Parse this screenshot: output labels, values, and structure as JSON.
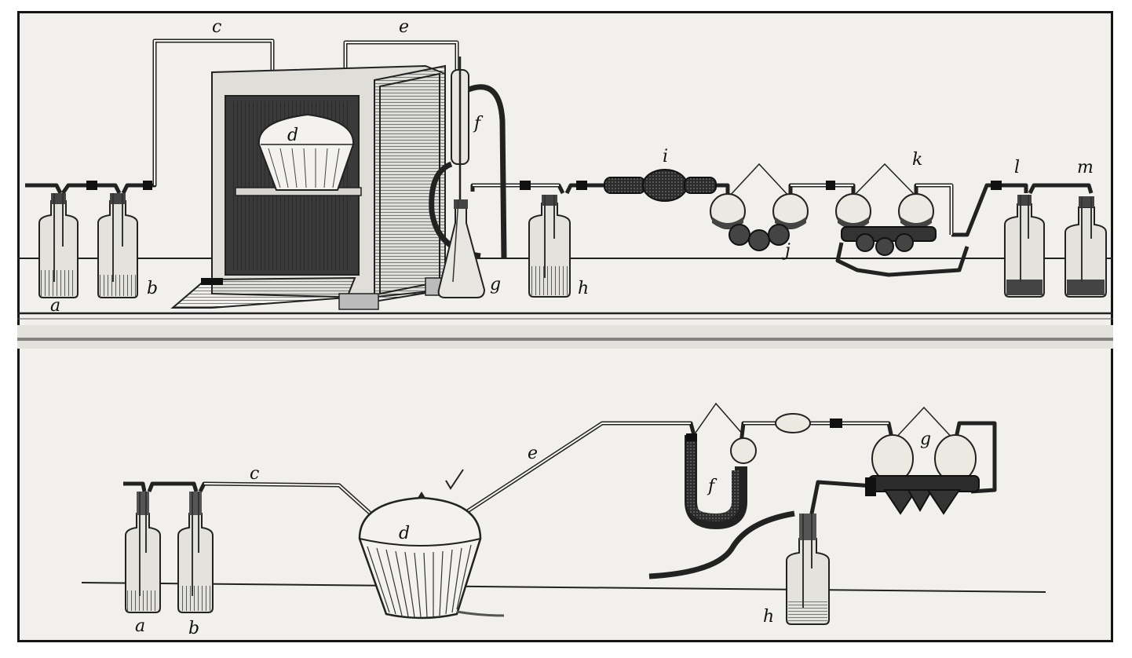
{
  "colors": {
    "ink": "#151515",
    "paper": "#f1f0ec",
    "glass": "#dcdad4",
    "liquid": "#3a3a3a"
  },
  "upper_labels": {
    "a": "a",
    "b": "b",
    "c": "c",
    "d": "d",
    "e": "e",
    "f": "f",
    "g": "g",
    "h": "h",
    "i": "i",
    "j": "j",
    "k": "k",
    "l": "l",
    "m": "m"
  },
  "lower_labels": {
    "a": "a",
    "b": "b",
    "c": "c",
    "d": "d",
    "e": "e",
    "f": "f",
    "g": "g",
    "h": "h"
  }
}
